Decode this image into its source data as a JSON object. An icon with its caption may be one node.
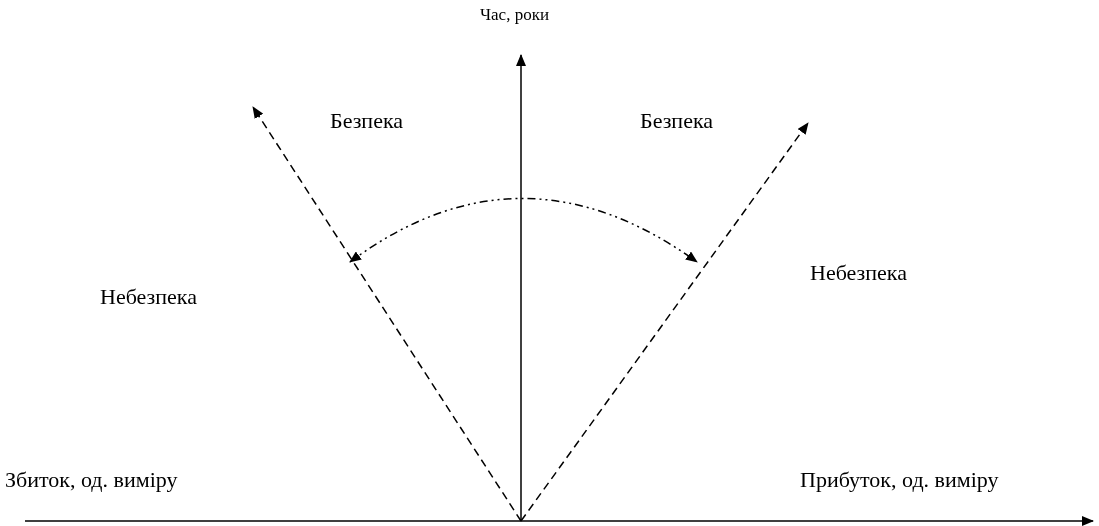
{
  "diagram": {
    "labels": [
      "Час, роки",
      "Безпека",
      "Безпека",
      "Небезпека",
      "Небезпека",
      "Збиток, од. виміру",
      "Прибуток, од. виміру"
    ]
  }
}
